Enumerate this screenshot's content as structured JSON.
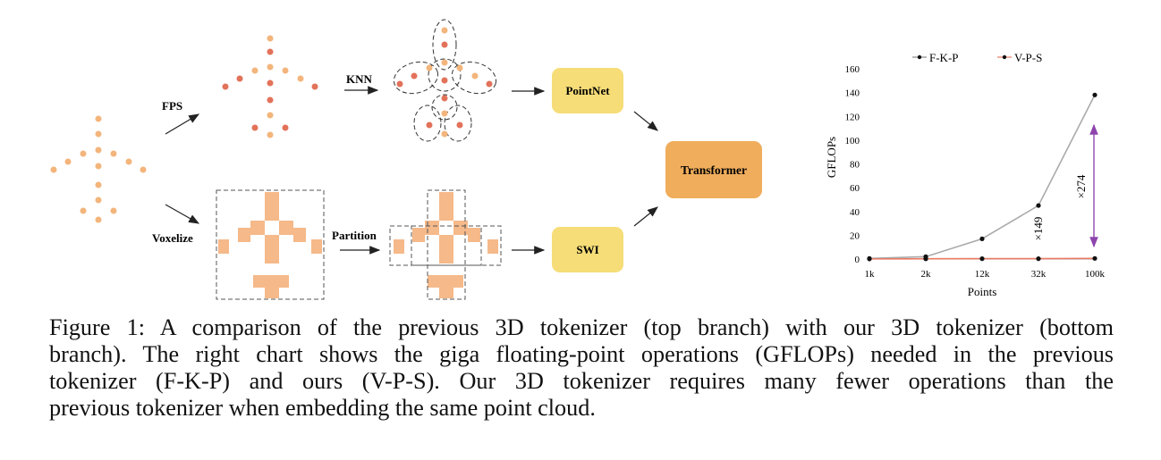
{
  "diagram": {
    "labels": {
      "fps": "FPS",
      "knn": "KNN",
      "voxelize": "Voxelize",
      "partition": "Partition",
      "pointnet": "PointNet",
      "swi": "SWI",
      "transformer": "Transformer"
    },
    "colors": {
      "point_light": "#f3b57c",
      "point_dark": "#e2725a",
      "voxel": "#f5b98a",
      "box_yellow": "#f6dd78",
      "box_orange": "#f0ad5c"
    }
  },
  "chart_data": {
    "type": "line",
    "categories": [
      "1k",
      "2k",
      "12k",
      "32k",
      "100k"
    ],
    "series": [
      {
        "name": "F-K-P",
        "values": [
          0.5,
          2,
          17,
          45,
          138
        ],
        "color": "#aaaaaa"
      },
      {
        "name": "V-P-S",
        "values": [
          0.1,
          0.2,
          0.3,
          0.3,
          0.5
        ],
        "color": "#e97a63"
      }
    ],
    "xlabel": "Points",
    "ylabel": "GFLOPs",
    "ylim": [
      0,
      160
    ],
    "yticks": [
      0,
      20,
      40,
      60,
      80,
      100,
      120,
      140,
      160
    ],
    "legend_position": "top",
    "grid": false,
    "annotations": [
      {
        "text": "×149",
        "at": "32k"
      },
      {
        "text": "×274",
        "at": "100k"
      }
    ],
    "annotation_color": "#8e44ad"
  },
  "caption": {
    "lines": [
      "Figure 1: A comparison of the previous 3D tokenizer (top branch) with our 3D tokenizer (bottom",
      "branch). The right chart shows the giga floating-point operations (GFLOPs) needed in the previous",
      "tokenizer (F-K-P) and ours (V-P-S). Our 3D tokenizer requires many fewer operations than the",
      "previous tokenizer when embedding the same point cloud."
    ]
  }
}
